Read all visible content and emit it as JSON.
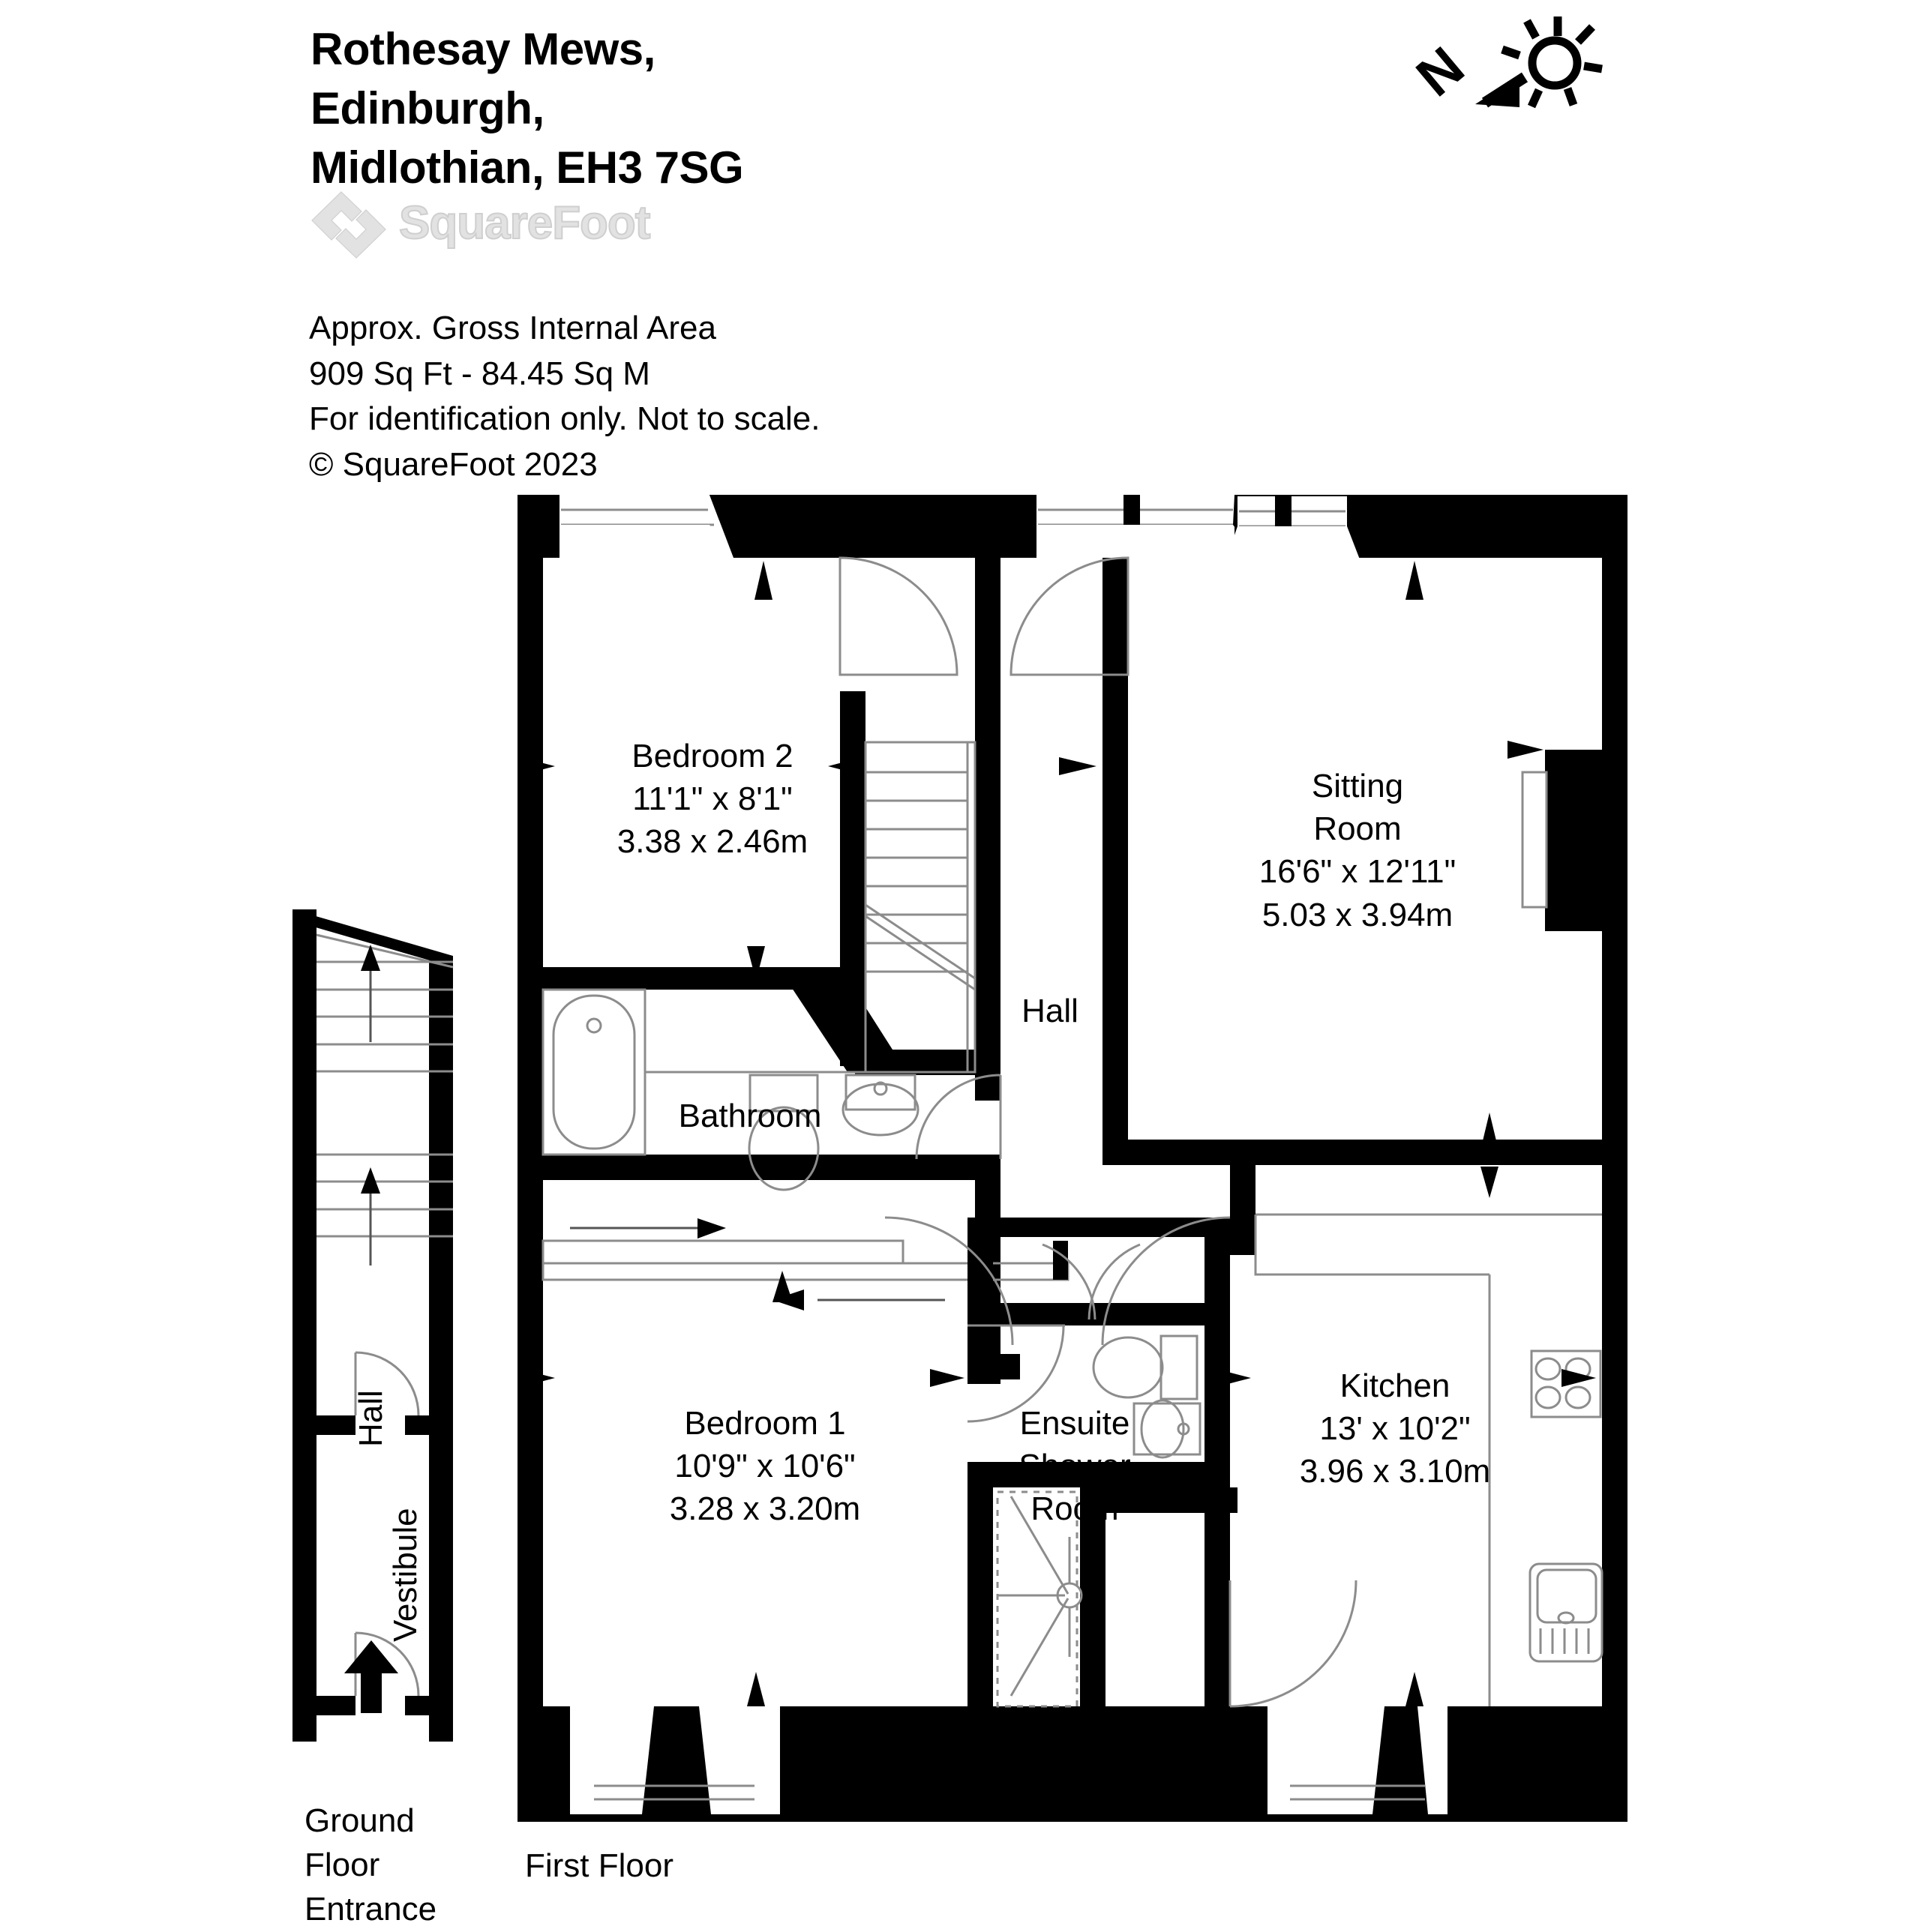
{
  "header": {
    "title_lines": [
      "Rothesay Mews,",
      "Edinburgh,",
      "Midlothian, EH3 7SG"
    ],
    "brand": "SquareFoot",
    "logo_icon": "squarefoot-diamond-logo"
  },
  "info": {
    "line1": "Approx. Gross Internal Area",
    "line2": "909 Sq Ft  -  84.45 Sq M",
    "line3": "For identification only. Not to scale.",
    "line4": "© SquareFoot 2023"
  },
  "compass": {
    "north_letter": "N",
    "icon": "north-arrow-sun-icon"
  },
  "floors": [
    {
      "id": "ground",
      "caption_lines": [
        "Ground",
        "Floor",
        "Entrance"
      ]
    },
    {
      "id": "first",
      "caption_lines": [
        "First Floor"
      ]
    }
  ],
  "rooms": [
    {
      "id": "hall-ground",
      "name": "Hall",
      "imperial": "",
      "metric": ""
    },
    {
      "id": "vestibule",
      "name": "Vestibule",
      "imperial": "",
      "metric": ""
    },
    {
      "id": "bedroom2",
      "name": "Bedroom 2",
      "imperial": "11'1\" x 8'1\"",
      "metric": "3.38 x 2.46m"
    },
    {
      "id": "sitting-room",
      "name_lines": [
        "Sitting",
        "Room"
      ],
      "name": "Sitting Room",
      "imperial": "16'6\" x 12'11\"",
      "metric": "5.03 x 3.94m"
    },
    {
      "id": "hall-first",
      "name": "Hall",
      "imperial": "",
      "metric": ""
    },
    {
      "id": "bathroom",
      "name": "Bathroom",
      "imperial": "",
      "metric": ""
    },
    {
      "id": "bedroom1",
      "name": "Bedroom 1",
      "imperial": "10'9\" x 10'6\"",
      "metric": "3.28 x 3.20m"
    },
    {
      "id": "ensuite",
      "name_lines": [
        "Ensuite",
        "Shower",
        "Room"
      ],
      "name": "Ensuite Shower Room",
      "imperial": "",
      "metric": ""
    },
    {
      "id": "kitchen",
      "name": "Kitchen",
      "imperial": "13' x 10'2\"",
      "metric": "3.96 x 3.10m"
    }
  ],
  "fixtures": [
    "bathtub",
    "toilet",
    "wash-basin",
    "shower-enclosure",
    "ensuite-toilet",
    "ensuite-basin",
    "kitchen-hob",
    "kitchen-sink",
    "staircase-ground",
    "staircase-first",
    "entrance-arrow",
    "chimney-breast"
  ],
  "colors": {
    "wall": "#000000",
    "background": "#ffffff",
    "fixture_line": "#8c8c8c",
    "logo": "#e2e2e2"
  }
}
